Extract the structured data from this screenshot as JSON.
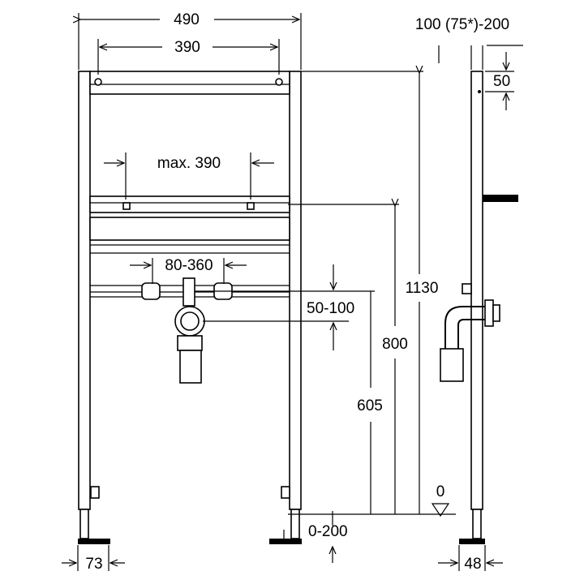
{
  "dimensions": {
    "overall_width": "490",
    "inner_width": "390",
    "wall_offset": "100 (75*)-200",
    "top_offset": "50",
    "max_width": "max. 390",
    "connection_spacing": "80-360",
    "connection_height_range": "50-100",
    "total_height": "1130",
    "height_800": "800",
    "height_605": "605",
    "zero_level": "0",
    "foot_adjust": "0-200",
    "foot_width": "73",
    "depth": "48"
  }
}
